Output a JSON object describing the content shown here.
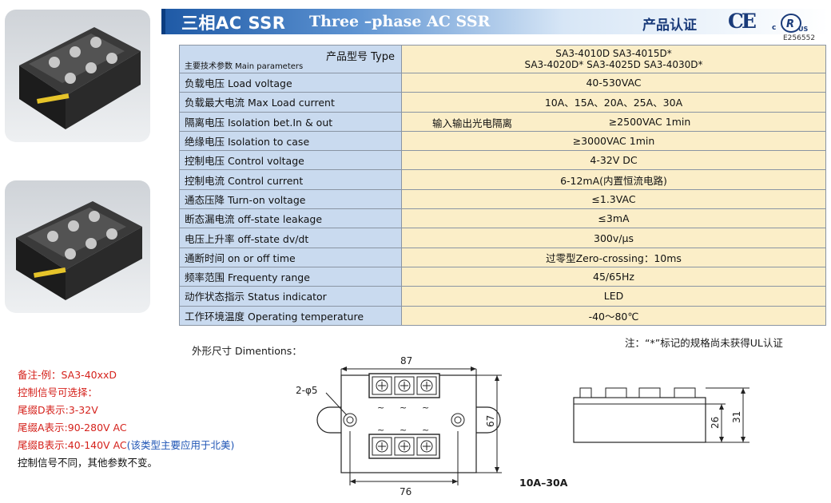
{
  "header": {
    "title": "三相AC SSR",
    "subtitle": "Three –phase AC SSR",
    "cert_label": "产品认证",
    "ce_mark": "CE",
    "ul_mark_c": "c",
    "ul_mark_us": "US",
    "ul_code": "E256552"
  },
  "table": {
    "type_header": "产品型号 Type",
    "param_header": "主要技术参数 Main parameters",
    "models_line1": "SA3-4010D   SA3-4015D*",
    "models_line2": "SA3-4020D*  SA3-4025D  SA3-4030D*",
    "rows": [
      {
        "label": "负载电压 Load voltage",
        "value": "40-530VAC"
      },
      {
        "label": "负载最大电流 Max Load current",
        "value": "10A、15A、20A、25A、30A"
      },
      {
        "label": "隔离电压 Isolation bet.In & out",
        "value_left": "输入输出光电隔离",
        "value": "≥2500VAC 1min"
      },
      {
        "label": "绝缘电压 Isolation to case",
        "value": "≥3000VAC 1min"
      },
      {
        "label": "控制电压 Control voltage",
        "value": "4-32V DC"
      },
      {
        "label": "控制电流 Control current",
        "value": "6-12mA(内置恒流电路)"
      },
      {
        "label": "通态压降 Turn-on voltage",
        "value": "≤1.3VAC"
      },
      {
        "label": "断态漏电流 off-state leakage",
        "value": "≤3mA"
      },
      {
        "label": "电压上升率 off-state dv/dt",
        "value": "300v/μs"
      },
      {
        "label": "通断时间 on or off time",
        "value": "过零型Zero-crossing：10ms"
      },
      {
        "label": "频率范围 Frequenty range",
        "value": "45/65Hz"
      },
      {
        "label": "动作状态指示 Status indicator",
        "value": "LED"
      },
      {
        "label": "工作环境温度 Operating temperature",
        "value": "-40～80℃"
      }
    ]
  },
  "note_right": "注：“*”标记的规格尚未获得UL认证",
  "dim_label": "外形尺寸 Dimentions：",
  "notes": {
    "l1": "备注-例：SA3-40xxD",
    "l2": "控制信号可选择：",
    "l3": "尾缀D表示:3-32V",
    "l4": "尾缀A表示:90-280V AC",
    "l5a": "尾缀B表示:40-140V AC",
    "l5b": "(该类型主要应用于北美)",
    "l6": "控制信号不同，其他参数不变。"
  },
  "drawing": {
    "width_top": "87",
    "width_bottom": "76",
    "height": "67",
    "hole": "2-φ5",
    "side_h1": "26",
    "side_h2": "31",
    "tilde": "~"
  },
  "caption": "10A–30A",
  "colors": {
    "header_blue": "#1f5aa6",
    "label_bg": "#c9daef",
    "value_bg": "#fbeec8",
    "note_red": "#d5221c",
    "note_blue": "#1f55b5"
  }
}
